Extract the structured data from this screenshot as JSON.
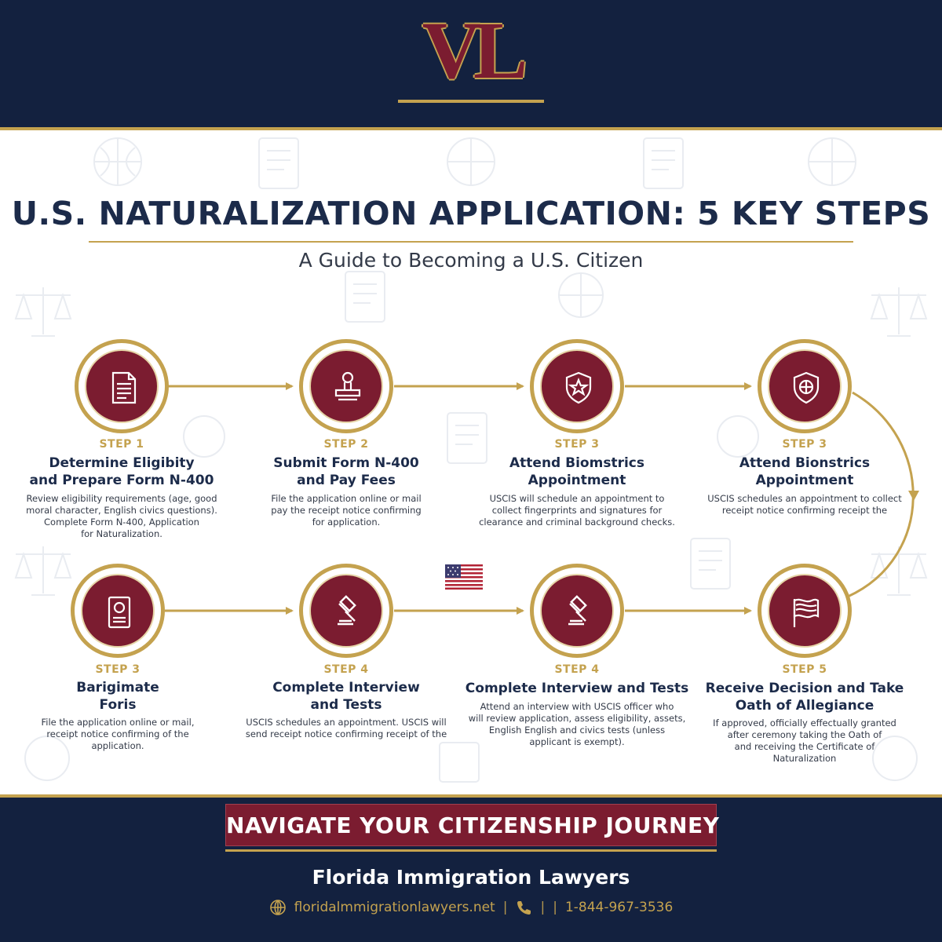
{
  "header": {
    "logo_text": "VL"
  },
  "title": "U.S. NATURALIZATION APPLICATION: 5 KEY STEPS",
  "subtitle": "A Guide to Becoming a U.S. Citizen",
  "steps": [
    {
      "label": "STEP 1",
      "title_lines": [
        "Determine Eligibity",
        "and Prepare Form N-400"
      ],
      "desc_lines": [
        "Review eligibility requirements (age, good",
        "moral character, English civics questions).",
        "Complete Form N-400, Application",
        "for Naturalization."
      ],
      "icon": "document-icon"
    },
    {
      "label": "STEP 2",
      "title_lines": [
        "Submit Form N-400",
        "and Pay Fees"
      ],
      "desc_lines": [
        "File the application online or mail",
        "pay the receipt notice confirming",
        "for application."
      ],
      "icon": "stamp-icon"
    },
    {
      "label": "STEP 3",
      "title_lines": [
        "Attend Biomstrics",
        "Appointment"
      ],
      "desc_lines": [
        "USCIS will schedule an appointment to",
        "collect fingerprints and signatures for",
        "clearance and criminal background checks."
      ],
      "icon": "badge-star-icon"
    },
    {
      "label": "STEP 3",
      "title_lines": [
        "Attend Bionstrics",
        "Appointment"
      ],
      "desc_lines": [
        "USCIS schedules an appointment to collect",
        "receipt notice confirming receipt the"
      ],
      "icon": "badge-globe-icon"
    },
    {
      "label": "STEP 3",
      "title_lines": [
        "Barigimate",
        "Foris"
      ],
      "desc_lines": [
        "File the application online or mail,",
        "receipt notice confirming of the",
        "application."
      ],
      "icon": "passport-icon"
    },
    {
      "label": "STEP 4",
      "title_lines": [
        "Complete Interview",
        "and Tests"
      ],
      "desc_lines": [
        "USCIS schedules an appointment. USCIS will",
        "send receipt notice confirming receipt of the"
      ],
      "icon": "gavel-icon"
    },
    {
      "label": "STEP 4",
      "title_lines": [
        "Complete Interview and Tests"
      ],
      "desc_lines": [
        "Attend an interview with USCIS officer who",
        "will review application, assess eligibility, assets,",
        "English English and civics tests (unless",
        "applicant is exempt)."
      ],
      "icon": "gavel-icon"
    },
    {
      "label": "STEP 5",
      "title_lines": [
        "Receive Decision and Take",
        "Oath of Allegiance"
      ],
      "desc_lines": [
        "If approved, officially effectually granted",
        "after ceremony taking the Oath of",
        "and receiving the Certificate of",
        "Naturalization"
      ],
      "icon": "flag-icon"
    }
  ],
  "footer": {
    "banner": "NAVIGATE YOUR CITIZENSHIP JOURNEY",
    "firm": "Florida Immigration Lawyers",
    "website": "floridalmmigrationlawyers.net",
    "phone": "1-844-967-3536"
  },
  "colors": {
    "navy": "#13213f",
    "gold": "#c4a24f",
    "maroon": "#7b1c30",
    "text_dark": "#1c2b4a"
  }
}
